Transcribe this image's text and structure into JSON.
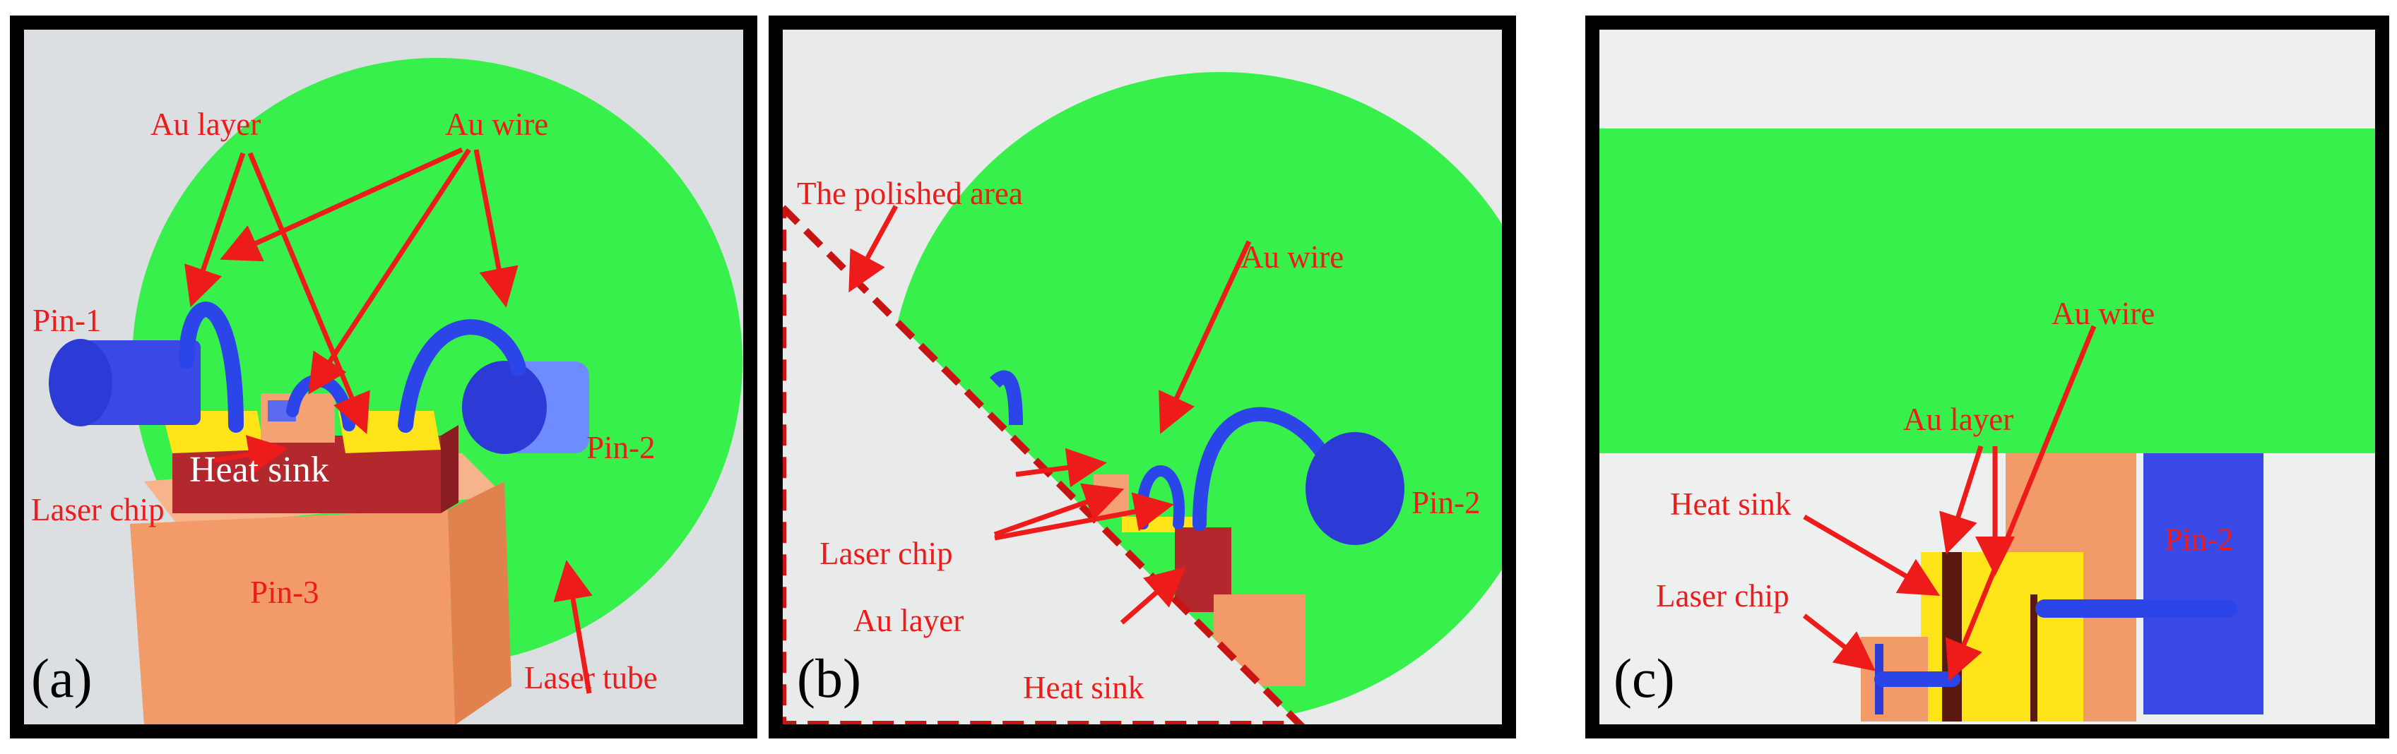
{
  "panels": [
    {
      "id": "a",
      "letter": "(a)",
      "labels": {
        "au_layer": "Au layer",
        "au_wire": "Au wire",
        "pin1": "Pin-1",
        "pin2": "Pin-2",
        "pin3": "Pin-3",
        "heat_sink": "Heat sink",
        "laser_chip": "Laser chip",
        "laser_tube": "Laser tube"
      }
    },
    {
      "id": "b",
      "letter": "(b)",
      "labels": {
        "polished_area": "The polished area",
        "au_wire": "Au wire",
        "pin2": "Pin-2",
        "laser_chip": "Laser chip",
        "au_layer": "Au layer",
        "heat_sink": "Heat sink"
      }
    },
    {
      "id": "c",
      "letter": "(c)",
      "labels": {
        "au_wire": "Au wire",
        "au_layer": "Au layer",
        "heat_sink": "Heat sink",
        "laser_chip": "Laser chip",
        "pin2": "Pin-2"
      }
    }
  ],
  "colors": {
    "annotation": "#ee1b1b",
    "tube": "#38f04c",
    "wire": "#2c45e8",
    "au": "#ffe419",
    "heat_sink": "#b3282c",
    "pin3": "#f29a68",
    "frame": "#000000"
  }
}
